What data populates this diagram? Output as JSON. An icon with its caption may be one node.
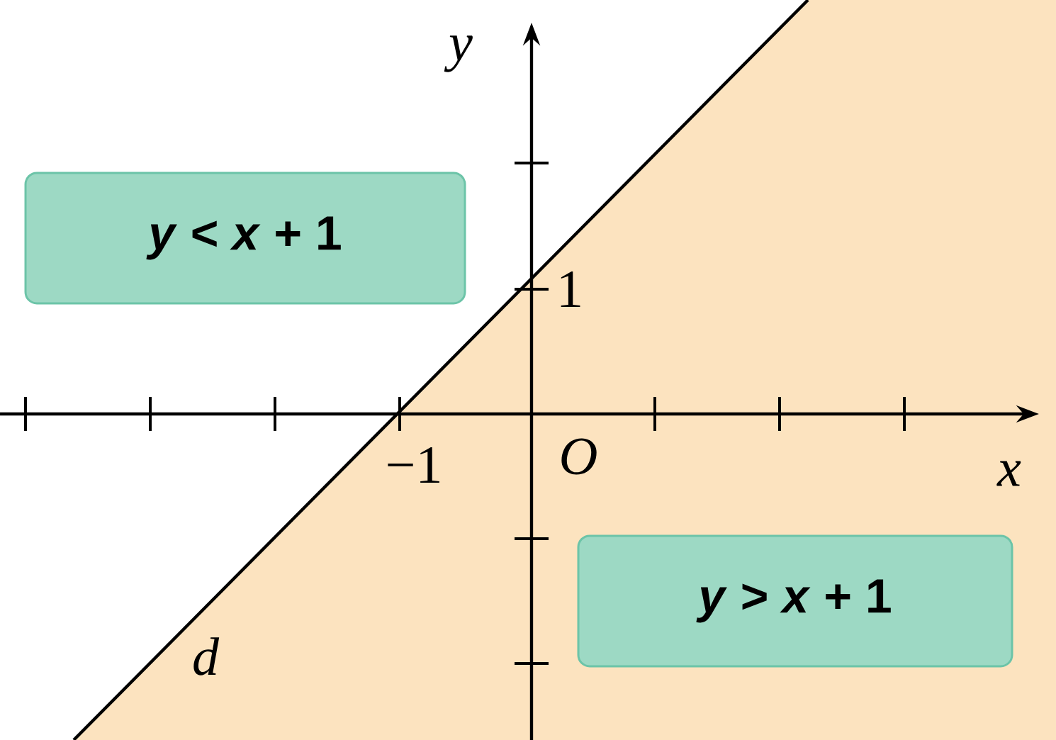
{
  "diagram": {
    "nodes": [
      {
        "text": [
          "*y* < *x* + 1"
        ]
      },
      {
        "text": [
          "*y* > *x* + 1"
        ]
      }
    ],
    "labels": [
      "y",
      "1",
      "−1",
      "O",
      "x",
      "d"
    ]
  }
}
